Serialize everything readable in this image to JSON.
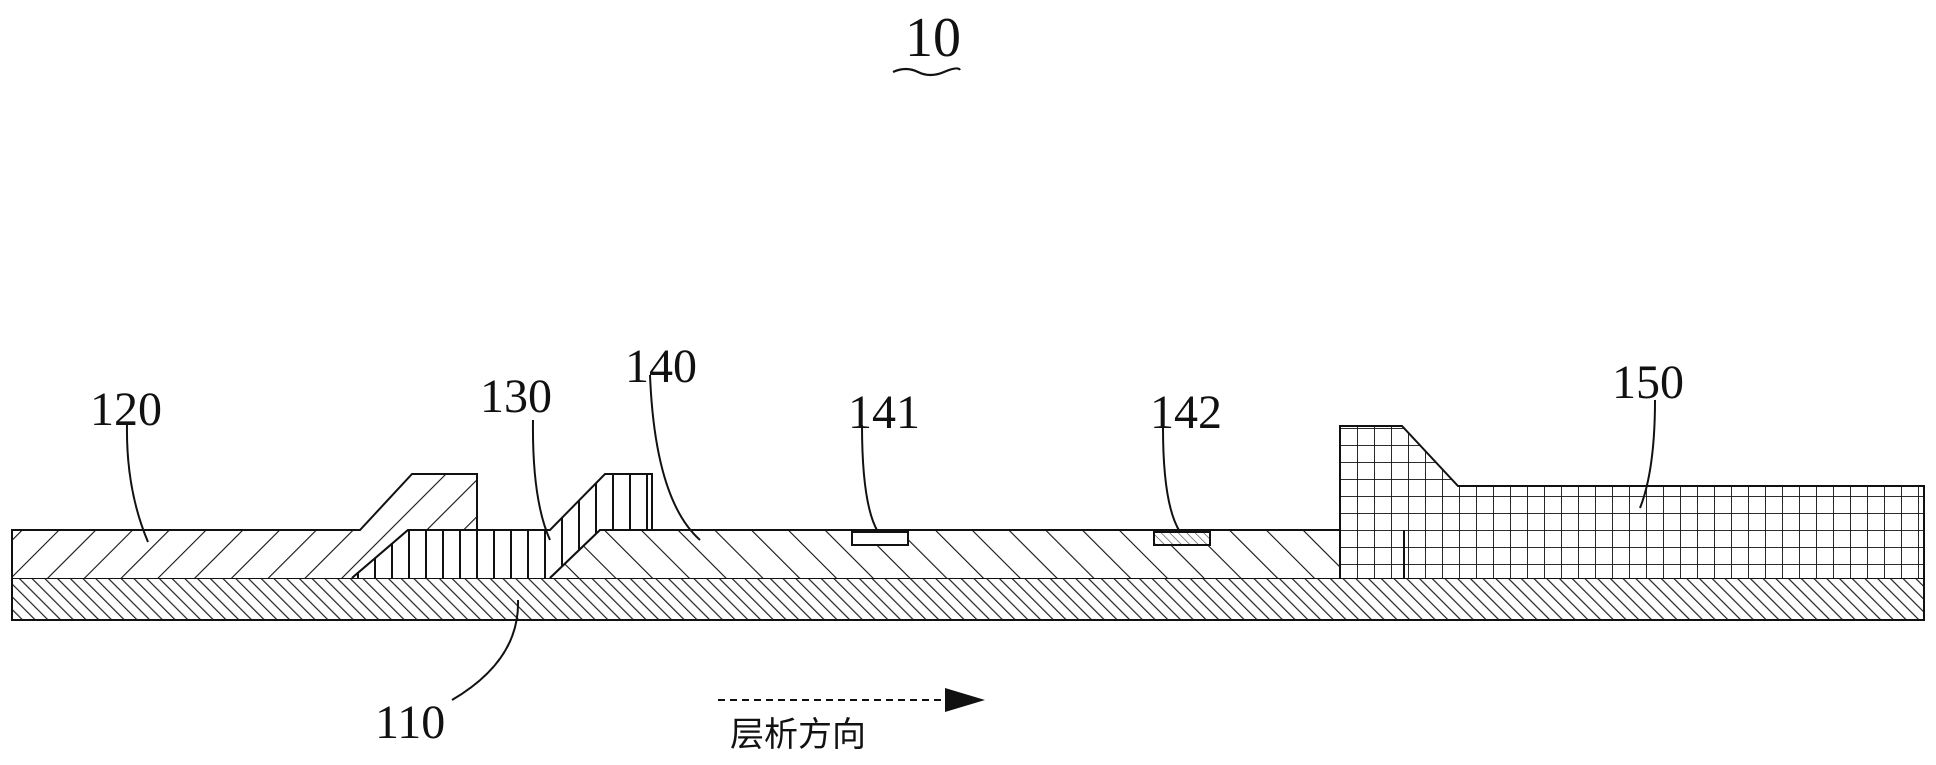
{
  "figure": {
    "number": "10"
  },
  "labels": {
    "l110": "110",
    "l120": "120",
    "l130": "130",
    "l140": "140",
    "l141": "141",
    "l142": "142",
    "l150": "150"
  },
  "direction": {
    "text": "层析方向"
  }
}
